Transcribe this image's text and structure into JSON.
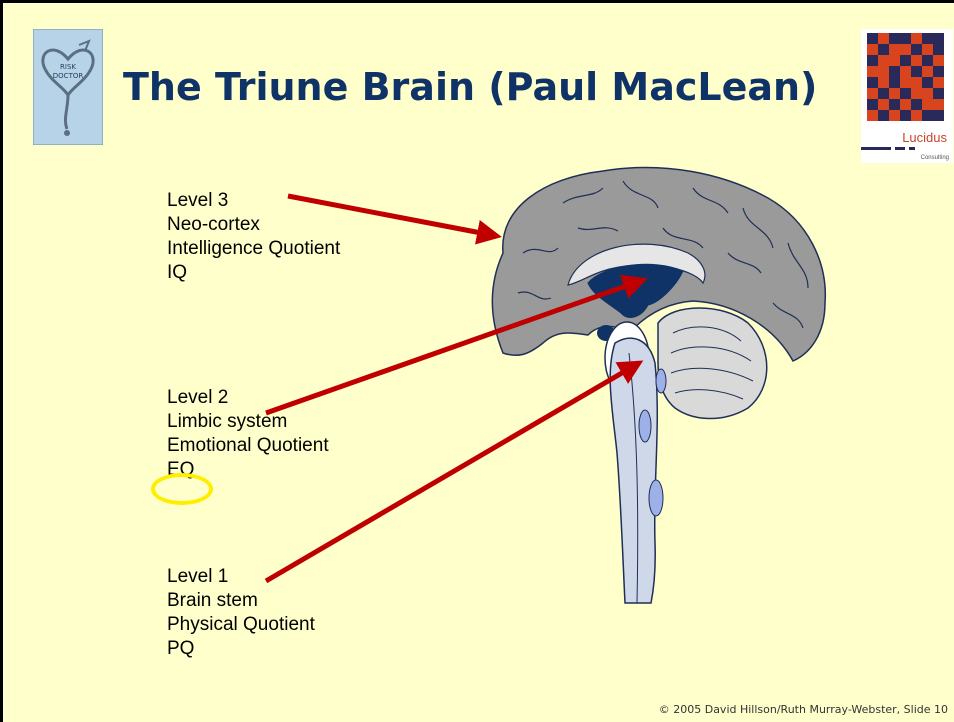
{
  "slide": {
    "title": "The Triune Brain (Paul MacLean)",
    "footer": "© 2005 David Hillson/Ruth Murray-Webster, Slide 10"
  },
  "logos": {
    "left": {
      "name": "risk-doctor-logo",
      "text_line1": "RISK",
      "text_line2": "DOCTOR"
    },
    "right": {
      "name": "lucidus-logo",
      "brand": "Lucidus",
      "sub": "Consulting"
    }
  },
  "levels": [
    {
      "level": "Level 3",
      "part": "Neo-cortex",
      "quotient": "Intelligence Quotient",
      "abbr": "IQ"
    },
    {
      "level": "Level 2",
      "part": "Limbic system",
      "quotient": "Emotional Quotient",
      "abbr": "EQ",
      "highlighted": true
    },
    {
      "level": "Level 1",
      "part": "Brain stem",
      "quotient": "Physical Quotient",
      "abbr": "PQ"
    }
  ],
  "colors": {
    "background": "#ffffcc",
    "title": "#0f3366",
    "arrow": "#c00000",
    "brain_fill": "#999999",
    "limbic": "#0f3366",
    "stem_light": "#cfd8e8",
    "highlight_ring": "#ffee00"
  }
}
